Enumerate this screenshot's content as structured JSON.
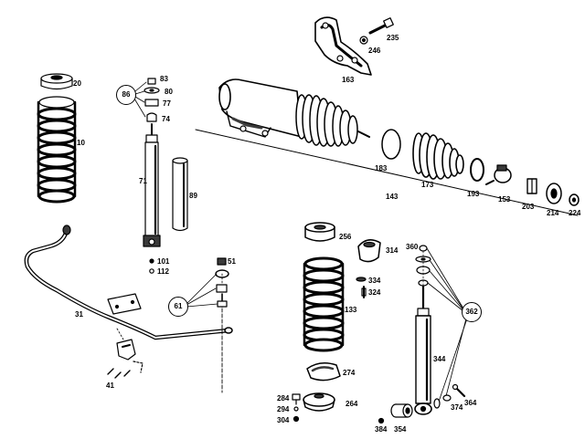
{
  "colors": {
    "ink": "#000000",
    "paper": "#ffffff",
    "shade": "#3a3a3a"
  },
  "labels": {
    "l20": "20",
    "l10": "10",
    "l83": "83",
    "l80": "80",
    "l77": "77",
    "l74": "74",
    "l86": "86",
    "l71": "71",
    "l89": "89",
    "l101": "101",
    "l112": "112",
    "l235": "235",
    "l246": "246",
    "l163": "163",
    "l183": "183",
    "l143": "143",
    "l173": "173",
    "l193": "193",
    "l153": "153",
    "l203": "203",
    "l214": "214",
    "l224": "224",
    "l31": "31",
    "l41": "41",
    "l51": "51",
    "l61": "61",
    "l256": "256",
    "l314": "314",
    "l334": "334",
    "l324": "324",
    "l133": "133",
    "l274": "274",
    "l284": "284",
    "l294": "294",
    "l304": "304",
    "l264": "264",
    "l360": "360",
    "l362": "362",
    "l344": "344",
    "l374": "374",
    "l364": "364",
    "l384": "384",
    "l354": "354"
  }
}
